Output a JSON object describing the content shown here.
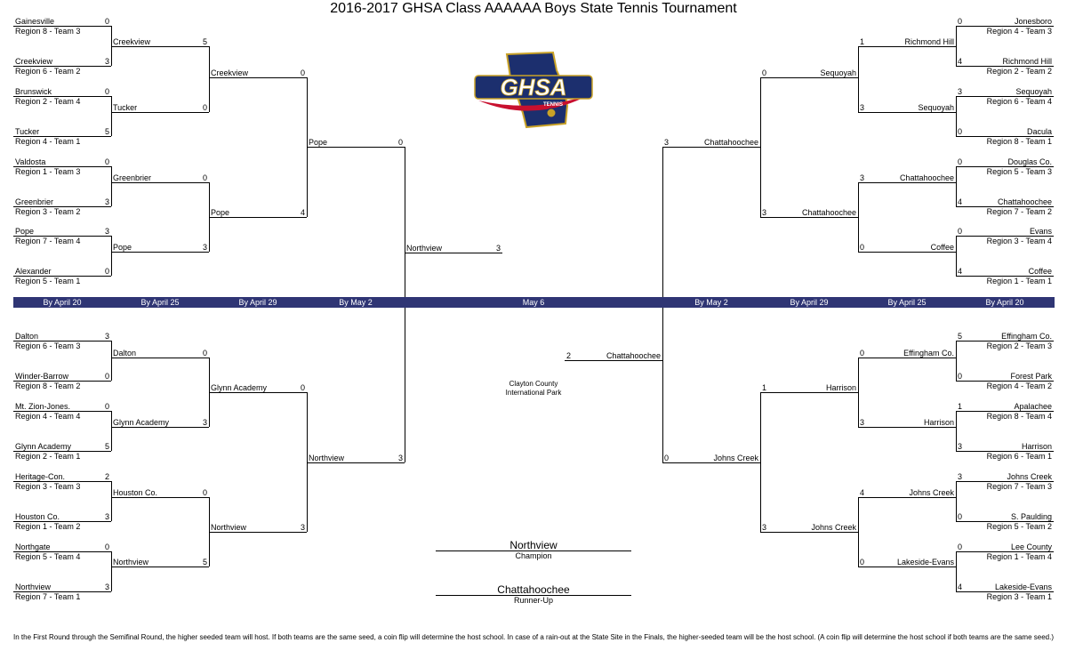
{
  "title": "2016-2017 GHSA Class AAAAAA Boys State Tennis Tournament",
  "logo": {
    "text": "GHSA",
    "subtext": "TENNIS",
    "icon": "georgia-state-tennis-logo"
  },
  "date_band": {
    "left": [
      "By April 20",
      "By April 25",
      "By April 29",
      "By May 2"
    ],
    "center": "May 6",
    "right": [
      "By May 2",
      "By April 29",
      "By April 25",
      "By April 20"
    ]
  },
  "venue": [
    "Clayton County",
    "International Park"
  ],
  "colors": {
    "band": "#2f3574",
    "logo_blue": "#1c2f6e",
    "logo_red": "#c8102e",
    "logo_gold": "#c9a227"
  },
  "bracket": {
    "left_r1": [
      {
        "team": "Gainesville",
        "seed": "Region 8 - Team 3",
        "score": "0"
      },
      {
        "team": "Creekview",
        "seed": "Region 6 - Team 2",
        "score": "3"
      },
      {
        "team": "Brunswick",
        "seed": "Region 2 - Team 4",
        "score": "0"
      },
      {
        "team": "Tucker",
        "seed": "Region 4 - Team 1",
        "score": "5"
      },
      {
        "team": "Valdosta",
        "seed": "Region 1 - Team 3",
        "score": "0"
      },
      {
        "team": "Greenbrier",
        "seed": "Region 3 - Team 2",
        "score": "3"
      },
      {
        "team": "Pope",
        "seed": "Region 7 - Team 4",
        "score": "3"
      },
      {
        "team": "Alexander",
        "seed": "Region 5 - Team 1",
        "score": "0"
      },
      {
        "team": "Dalton",
        "seed": "Region 6 - Team 3",
        "score": "3"
      },
      {
        "team": "Winder-Barrow",
        "seed": "Region 8 - Team 2",
        "score": "0"
      },
      {
        "team": "Mt. Zion-Jones.",
        "seed": "Region 4 - Team 4",
        "score": "0"
      },
      {
        "team": "Glynn Academy",
        "seed": "Region 2 - Team 1",
        "score": "5"
      },
      {
        "team": "Heritage-Con.",
        "seed": "Region 3 - Team 3",
        "score": "2"
      },
      {
        "team": "Houston Co.",
        "seed": "Region 1 - Team 2",
        "score": "3"
      },
      {
        "team": "Northgate",
        "seed": "Region 5 - Team 4",
        "score": "0"
      },
      {
        "team": "Northview",
        "seed": "Region 7 - Team 1",
        "score": "3"
      }
    ],
    "left_r2": [
      {
        "team": "Creekview",
        "score": "5"
      },
      {
        "team": "Tucker",
        "score": "0"
      },
      {
        "team": "Greenbrier",
        "score": "0"
      },
      {
        "team": "Pope",
        "score": "3"
      },
      {
        "team": "Dalton",
        "score": "0"
      },
      {
        "team": "Glynn Academy",
        "score": "3"
      },
      {
        "team": "Houston Co.",
        "score": "0"
      },
      {
        "team": "Northview",
        "score": "5"
      }
    ],
    "left_r3": [
      {
        "team": "Creekview",
        "score": "0"
      },
      {
        "team": "Pope",
        "score": "4"
      },
      {
        "team": "Glynn Academy",
        "score": "0"
      },
      {
        "team": "Northview",
        "score": "3"
      }
    ],
    "left_r4": [
      {
        "team": "Pope",
        "score": "0"
      },
      {
        "team": "Northview",
        "score": "3"
      }
    ],
    "final_left": {
      "team": "Northview",
      "score": "3"
    },
    "final_right": {
      "team": "Chattahoochee",
      "score": "2"
    },
    "right_r4": [
      {
        "team": "Chattahoochee",
        "score": "3"
      },
      {
        "team": "Johns Creek",
        "score": "0"
      }
    ],
    "right_r3": [
      {
        "team": "Sequoyah",
        "score": "0"
      },
      {
        "team": "Chattahoochee",
        "score": "3"
      },
      {
        "team": "Harrison",
        "score": "1"
      },
      {
        "team": "Johns Creek",
        "score": "3"
      }
    ],
    "right_r2": [
      {
        "team": "Richmond Hill",
        "score": "1"
      },
      {
        "team": "Sequoyah",
        "score": "3"
      },
      {
        "team": "Chattahoochee",
        "score": "3"
      },
      {
        "team": "Coffee",
        "score": "0"
      },
      {
        "team": "Effingham Co.",
        "score": "0"
      },
      {
        "team": "Harrison",
        "score": "3"
      },
      {
        "team": "Johns Creek",
        "score": "4"
      },
      {
        "team": "Lakeside-Evans",
        "score": "0"
      }
    ],
    "right_r1": [
      {
        "team": "Jonesboro",
        "seed": "Region 4 - Team 3",
        "score": "0"
      },
      {
        "team": "Richmond Hill",
        "seed": "Region 2 - Team 2",
        "score": "4"
      },
      {
        "team": "Sequoyah",
        "seed": "Region 6 - Team 4",
        "score": "3"
      },
      {
        "team": "Dacula",
        "seed": "Region 8 - Team 1",
        "score": "0"
      },
      {
        "team": "Douglas Co.",
        "seed": "Region 5 - Team 3",
        "score": "0"
      },
      {
        "team": "Chattahoochee",
        "seed": "Region 7 - Team 2",
        "score": "4"
      },
      {
        "team": "Evans",
        "seed": "Region 3 - Team 4",
        "score": "0"
      },
      {
        "team": "Coffee",
        "seed": "Region 1 - Team 1",
        "score": "4"
      },
      {
        "team": "Effingham Co.",
        "seed": "Region 2 - Team 3",
        "score": "5"
      },
      {
        "team": "Forest Park",
        "seed": "Region 4 - Team 2",
        "score": "0"
      },
      {
        "team": "Apalachee",
        "seed": "Region 8 - Team 4",
        "score": "1"
      },
      {
        "team": "Harrison",
        "seed": "Region 6 - Team 1",
        "score": "3"
      },
      {
        "team": "Johns Creek",
        "seed": "Region 7 - Team 3",
        "score": "3"
      },
      {
        "team": "S. Paulding",
        "seed": "Region 5 - Team 2",
        "score": "0"
      },
      {
        "team": "Lee County",
        "seed": "Region 1 - Team 4",
        "score": "0"
      },
      {
        "team": "Lakeside-Evans",
        "seed": "Region 3 - Team 1",
        "score": "4"
      }
    ]
  },
  "champion": {
    "team": "Northview",
    "label": "Champion"
  },
  "runner_up": {
    "team": "Chattahoochee",
    "label": "Runner-Up"
  },
  "footnote": "In the First Round through the Semifinal Round, the higher seeded team will host. If both teams are the same seed, a coin flip will determine the host school. In case of a rain-out at the State Site in the Finals, the higher-seeded team will be the host school.  (A coin flip will determine the host school if both teams are the same seed.)"
}
